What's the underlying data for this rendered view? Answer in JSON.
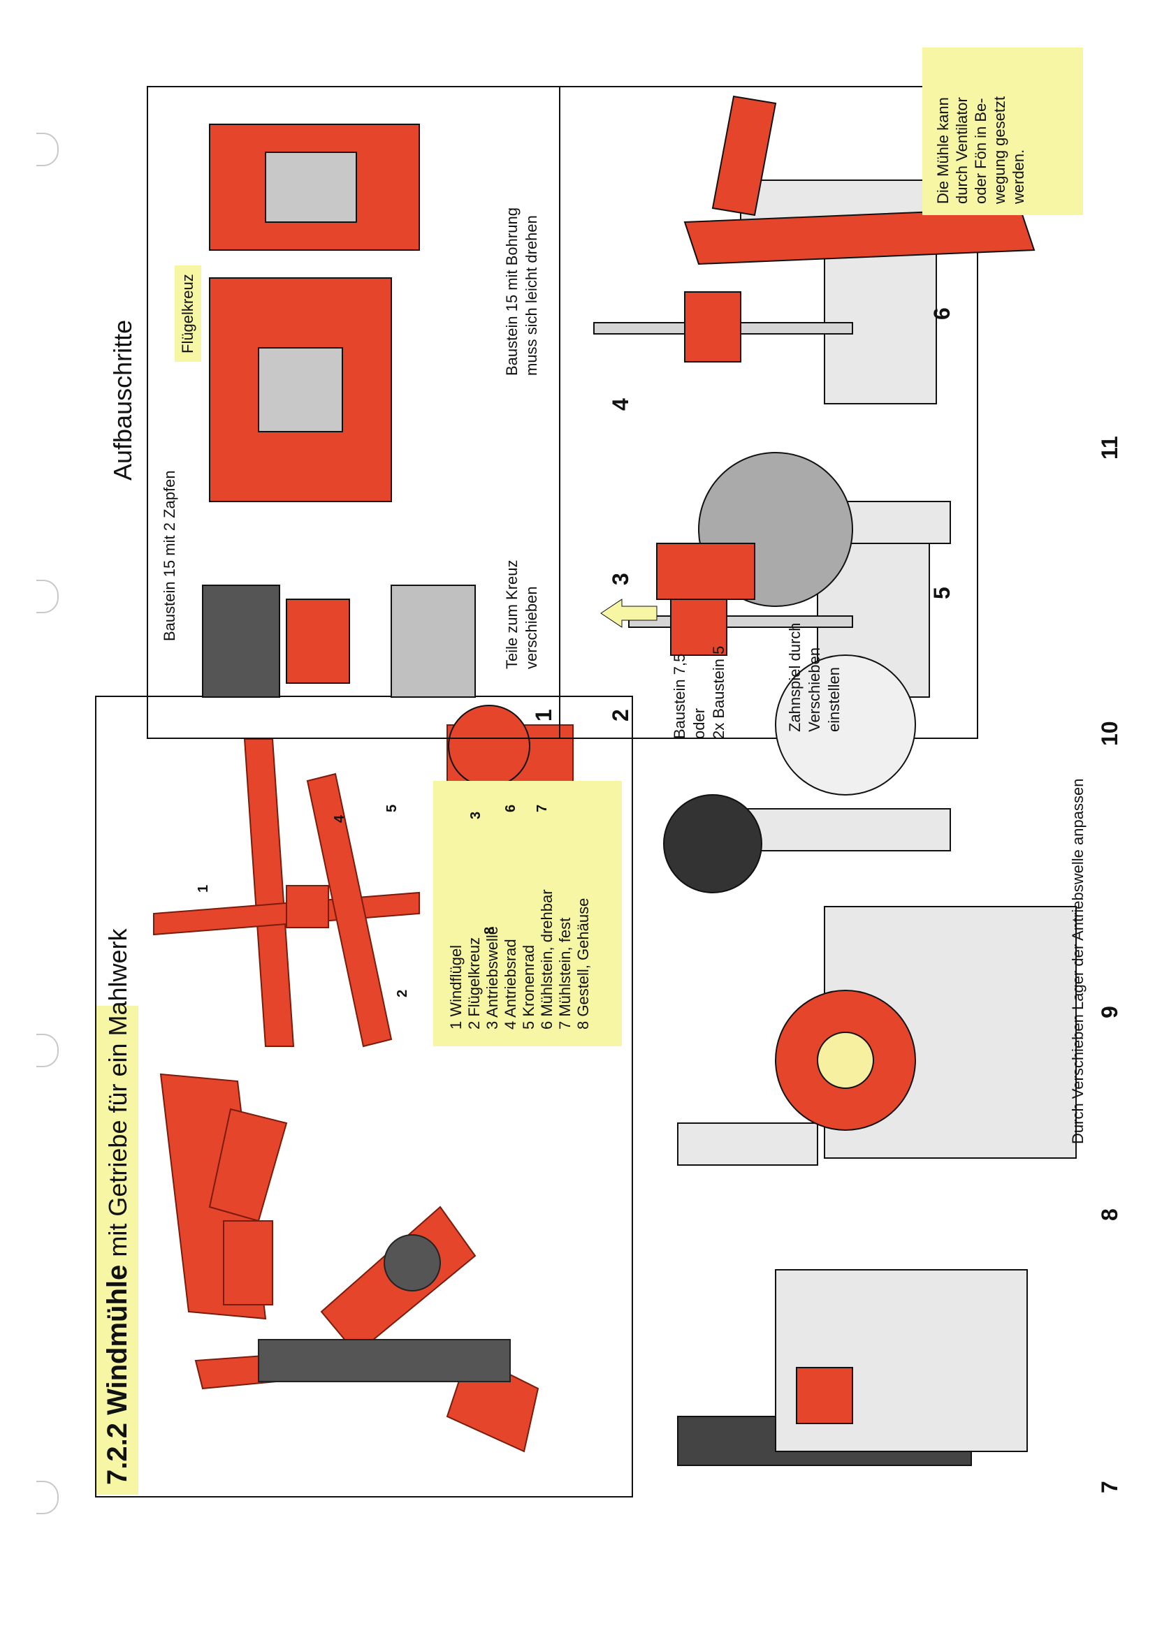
{
  "title": {
    "number": "7.2.2",
    "bold": "Windmühle",
    "rest": "mit Getriebe für ein Mahlwerk"
  },
  "legend": [
    "1 Windflügel",
    "2 Flügelkreuz",
    "3 Antriebswelle",
    "4 Antriebsrad",
    "5 Kronenrad",
    "6 Mühlstein, drehbar",
    "7 Mühlstein, fest",
    "8 Gestell, Gehäuse"
  ],
  "callouts": [
    "1",
    "2",
    "3",
    "4",
    "5",
    "6",
    "7",
    "8"
  ],
  "aufbau": {
    "heading": "Aufbauschritte",
    "step_labels": {
      "s1": "Baustein 15 mit 2 Zapfen",
      "fluegelkreuz": "Flügelkreuz",
      "s5a": "Teile zum Kreuz",
      "s5b": "verschieben",
      "s6a": "Baustein 15 mit Bohrung",
      "s6b": "muss sich leicht drehen"
    },
    "numbers": [
      "1",
      "2",
      "3",
      "4",
      "5",
      "6"
    ]
  },
  "lower": {
    "numbers": [
      "7",
      "8",
      "9",
      "10",
      "11"
    ],
    "baustein": [
      "Baustein 7,5",
      "oder",
      "2x Baustein 5"
    ],
    "lager": "Durch Verschieben Lager der Antriebswelle anpassen",
    "zahnspiel": [
      "Zahnspiel durch",
      "Verschieben",
      "einstellen"
    ],
    "note": [
      "Die Mühle kann",
      "durch Ventilator",
      "oder Fön in Be-",
      "wegung gesetzt",
      "werden."
    ]
  },
  "colors": {
    "part_red": "#e5452a",
    "part_grey": "#555555",
    "part_white": "#e8e8e8",
    "highlight": "#f6f6a5"
  }
}
